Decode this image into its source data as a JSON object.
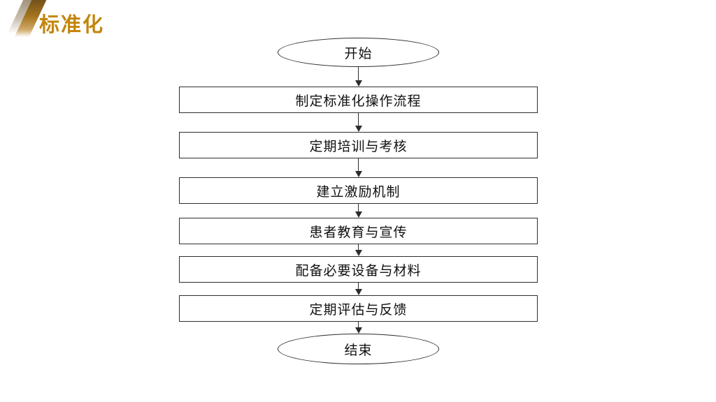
{
  "slide": {
    "title": "标准化",
    "accent_color": "#c3860d",
    "background_color": "#ffffff",
    "shape_outline_color": "#2d2d2d"
  },
  "flowchart": {
    "start_label": "开始",
    "steps": [
      "制定标准化操作流程",
      "定期培训与考核",
      "建立激励机制",
      "患者教育与宣传",
      "配备必要设备与材料",
      "定期评估与反馈"
    ],
    "end_label": "结束"
  }
}
